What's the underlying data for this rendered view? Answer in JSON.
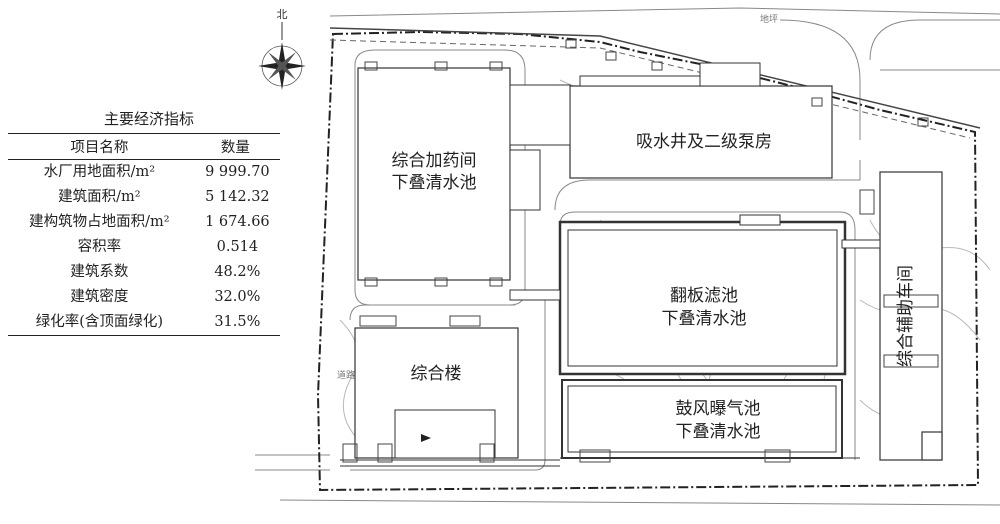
{
  "table": {
    "title": "主要经济指标",
    "headers": [
      "项目名称",
      "数量"
    ],
    "rows": [
      {
        "name": "水厂用地面积/m²",
        "value": "9 999.70"
      },
      {
        "name": "建筑面积/m²",
        "value": "5 142.32"
      },
      {
        "name": "建构筑物占地面积/m²",
        "value": "1 674.66"
      },
      {
        "name": "容积率",
        "value": "0.514"
      },
      {
        "name": "建筑系数",
        "value": "48.2%"
      },
      {
        "name": "建筑密度",
        "value": "32.0%"
      },
      {
        "name": "绿化率(含顶面绿化)",
        "value": "31.5%"
      }
    ]
  },
  "compass": {
    "north_label": "北"
  },
  "buildings": {
    "dosing": [
      "综合加药间",
      "下叠清水池"
    ],
    "pump": "吸水井及二级泵房",
    "filter": [
      "翻板滤池",
      "下叠清水池"
    ],
    "office": "综合楼",
    "aeration": [
      "鼓风曝气池",
      "下叠清水池"
    ],
    "aux": "综合辅助车间"
  },
  "roads": {
    "top_label": "地坪",
    "left_label": "道路"
  }
}
